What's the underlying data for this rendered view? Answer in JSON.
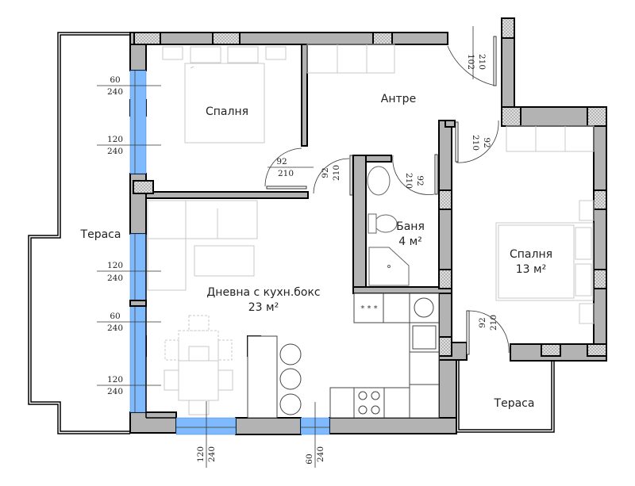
{
  "plan": {
    "rooms": [
      {
        "id": "bedroom-1",
        "label": "Спалня",
        "area": ""
      },
      {
        "id": "hall",
        "label": "Антре",
        "area": ""
      },
      {
        "id": "bathroom",
        "label": "Баня",
        "area": "4 м²"
      },
      {
        "id": "bedroom-2",
        "label": "Спалня",
        "area": "13 м²"
      },
      {
        "id": "living",
        "label": "Дневна с кухн.бокс",
        "area": "23 м²"
      },
      {
        "id": "terrace-west",
        "label": "Тераса",
        "area": ""
      },
      {
        "id": "terrace-south",
        "label": "Тераса",
        "area": ""
      }
    ],
    "windows": [
      {
        "id": "w1",
        "width": "60",
        "height": "240"
      },
      {
        "id": "w2",
        "width": "120",
        "height": "240"
      },
      {
        "id": "w3",
        "width": "120",
        "height": "240"
      },
      {
        "id": "w4",
        "width": "60",
        "height": "240"
      },
      {
        "id": "w5",
        "width": "120",
        "height": "240"
      },
      {
        "id": "w6",
        "width": "120",
        "height": "240"
      },
      {
        "id": "w7",
        "width": "60",
        "height": "240"
      }
    ],
    "doors": [
      {
        "id": "d-entry",
        "width": "102",
        "height": "210"
      },
      {
        "id": "d-bedroom1",
        "width": "92",
        "height": "210"
      },
      {
        "id": "d-living",
        "width": "92",
        "height": "210"
      },
      {
        "id": "d-bath",
        "width": "92",
        "height": "210"
      },
      {
        "id": "d-bedroom2",
        "width": "92",
        "height": "210"
      },
      {
        "id": "d-terrace",
        "width": "92",
        "height": "210"
      }
    ],
    "colors": {
      "wall": "#b3b3b3",
      "glass": "#7fbaff",
      "line": "#000000",
      "furniture": "#c8c8c8"
    }
  }
}
